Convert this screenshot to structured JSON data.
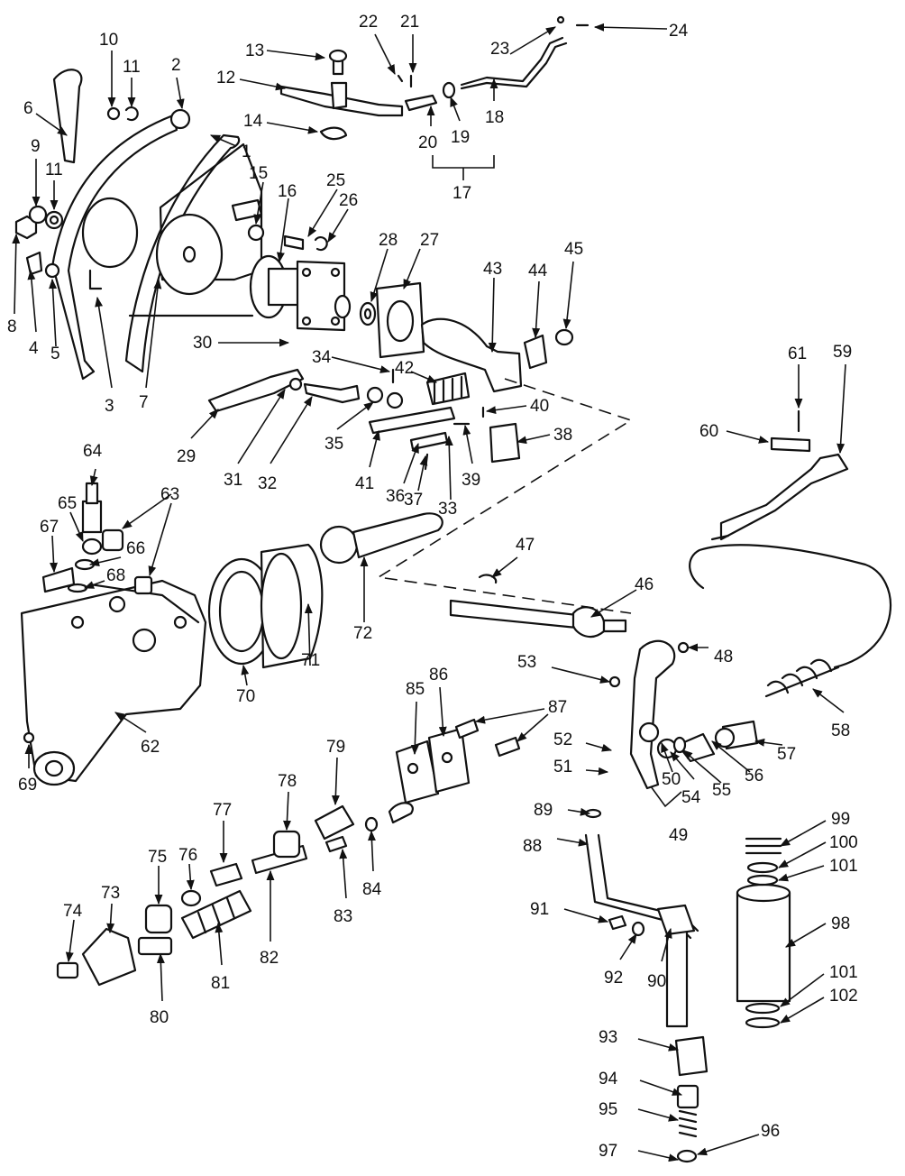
{
  "callouts": [
    "1",
    "2",
    "3",
    "4",
    "5",
    "6",
    "7",
    "8",
    "9",
    "10",
    "11",
    "11",
    "12",
    "13",
    "14",
    "15",
    "16",
    "17",
    "18",
    "19",
    "20",
    "21",
    "22",
    "23",
    "24",
    "25",
    "26",
    "27",
    "28",
    "29",
    "30",
    "31",
    "32",
    "33",
    "34",
    "35",
    "36",
    "37",
    "38",
    "39",
    "40",
    "41",
    "42",
    "43",
    "44",
    "45",
    "46",
    "47",
    "48",
    "49",
    "50",
    "51",
    "52",
    "53",
    "54",
    "55",
    "56",
    "57",
    "58",
    "59",
    "60",
    "61",
    "62",
    "63",
    "64",
    "65",
    "66",
    "67",
    "68",
    "69",
    "70",
    "71",
    "72",
    "73",
    "74",
    "75",
    "76",
    "77",
    "78",
    "79",
    "80",
    "81",
    "82",
    "83",
    "84",
    "85",
    "86",
    "87",
    "88",
    "89",
    "90",
    "91",
    "92",
    "93",
    "94",
    "95",
    "96",
    "97",
    "98",
    "99",
    "100",
    "101",
    "101",
    "102"
  ]
}
